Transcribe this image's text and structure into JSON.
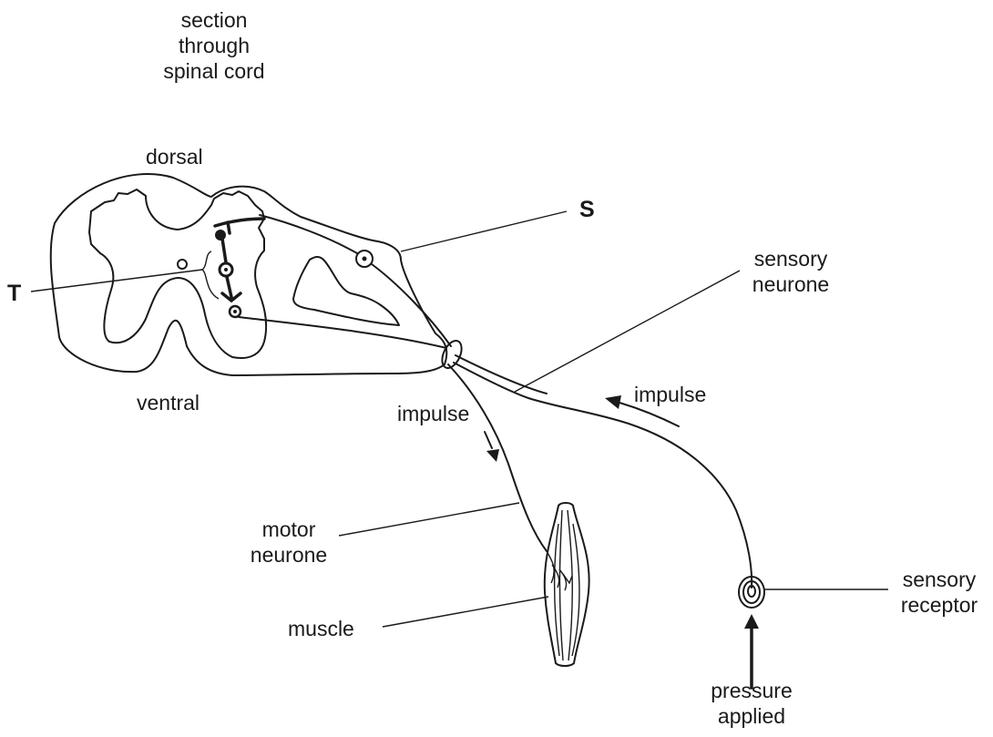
{
  "labels": {
    "section_line1": "section",
    "section_line2": "through",
    "section_line3": "spinal cord",
    "dorsal": "dorsal",
    "ventral": "ventral",
    "s": "S",
    "t": "T",
    "sensory_neurone_line1": "sensory",
    "sensory_neurone_line2": "neurone",
    "impulse_sensory": "impulse",
    "impulse_motor": "impulse",
    "motor_neurone_line1": "motor",
    "motor_neurone_line2": "neurone",
    "muscle": "muscle",
    "sensory_receptor_line1": "sensory",
    "sensory_receptor_line2": "receptor",
    "pressure_line1": "pressure",
    "pressure_line2": "applied"
  }
}
